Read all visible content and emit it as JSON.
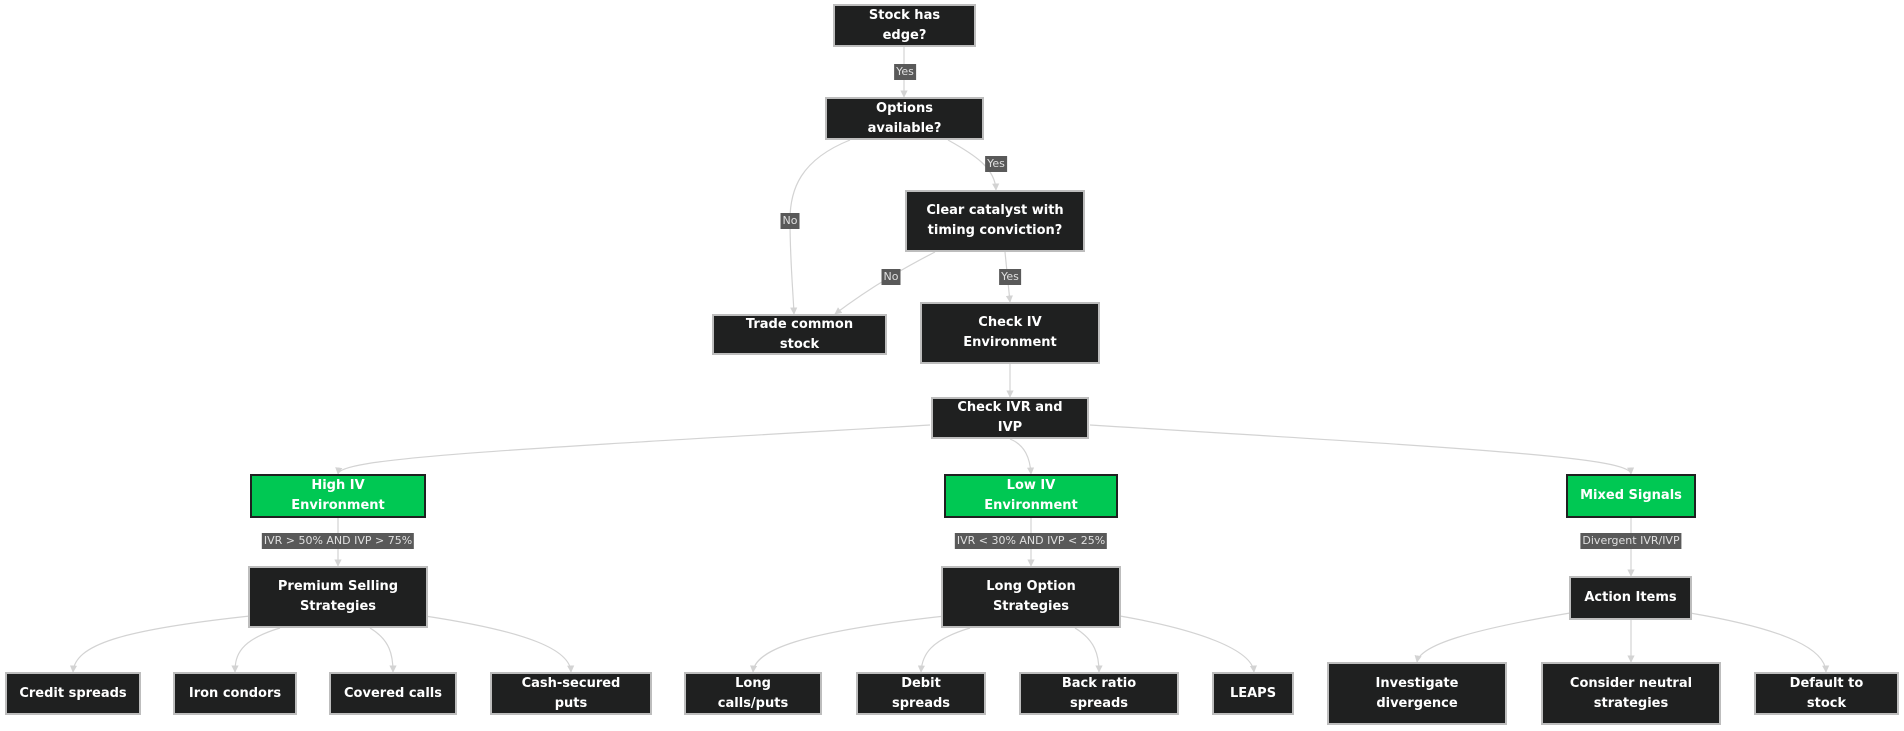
{
  "nodes": {
    "stock_has_edge": "Stock has edge?",
    "options_available": "Options available?",
    "clear_catalyst": "Clear catalyst with\ntiming conviction?",
    "trade_common_stock": "Trade common stock",
    "check_iv_environment": "Check IV\nEnvironment",
    "check_ivr_ivp": "Check IVR and IVP",
    "high_iv": "High IV Environment",
    "low_iv": "Low IV Environment",
    "mixed_signals": "Mixed Signals",
    "premium_selling": "Premium Selling\nStrategies",
    "long_option": "Long Option\nStrategies",
    "action_items": "Action Items",
    "credit_spreads": "Credit spreads",
    "iron_condors": "Iron condors",
    "covered_calls": "Covered calls",
    "cash_secured_puts": "Cash-secured puts",
    "long_calls_puts": "Long calls/puts",
    "debit_spreads": "Debit spreads",
    "back_ratio_spreads": "Back ratio spreads",
    "leaps": "LEAPS",
    "investigate_divergence": "Investigate\ndivergence",
    "consider_neutral": "Consider neutral\nstrategies",
    "default_to_stock": "Default to stock"
  },
  "edge_labels": {
    "edge_yes_1": "Yes",
    "options_yes": "Yes",
    "options_no": "No",
    "catalyst_no": "No",
    "catalyst_yes": "Yes",
    "high_iv_condition": "IVR > 50% AND IVP > 75%",
    "low_iv_condition": "IVR < 30% AND IVP < 25%",
    "mixed_condition": "Divergent IVR/IVP"
  },
  "colors": {
    "node_fill": "#1f2020",
    "node_border": "#bdbdbd",
    "highlight_fill": "#00c853",
    "edge_stroke": "#d3d3d3",
    "label_fill": "#595959"
  }
}
